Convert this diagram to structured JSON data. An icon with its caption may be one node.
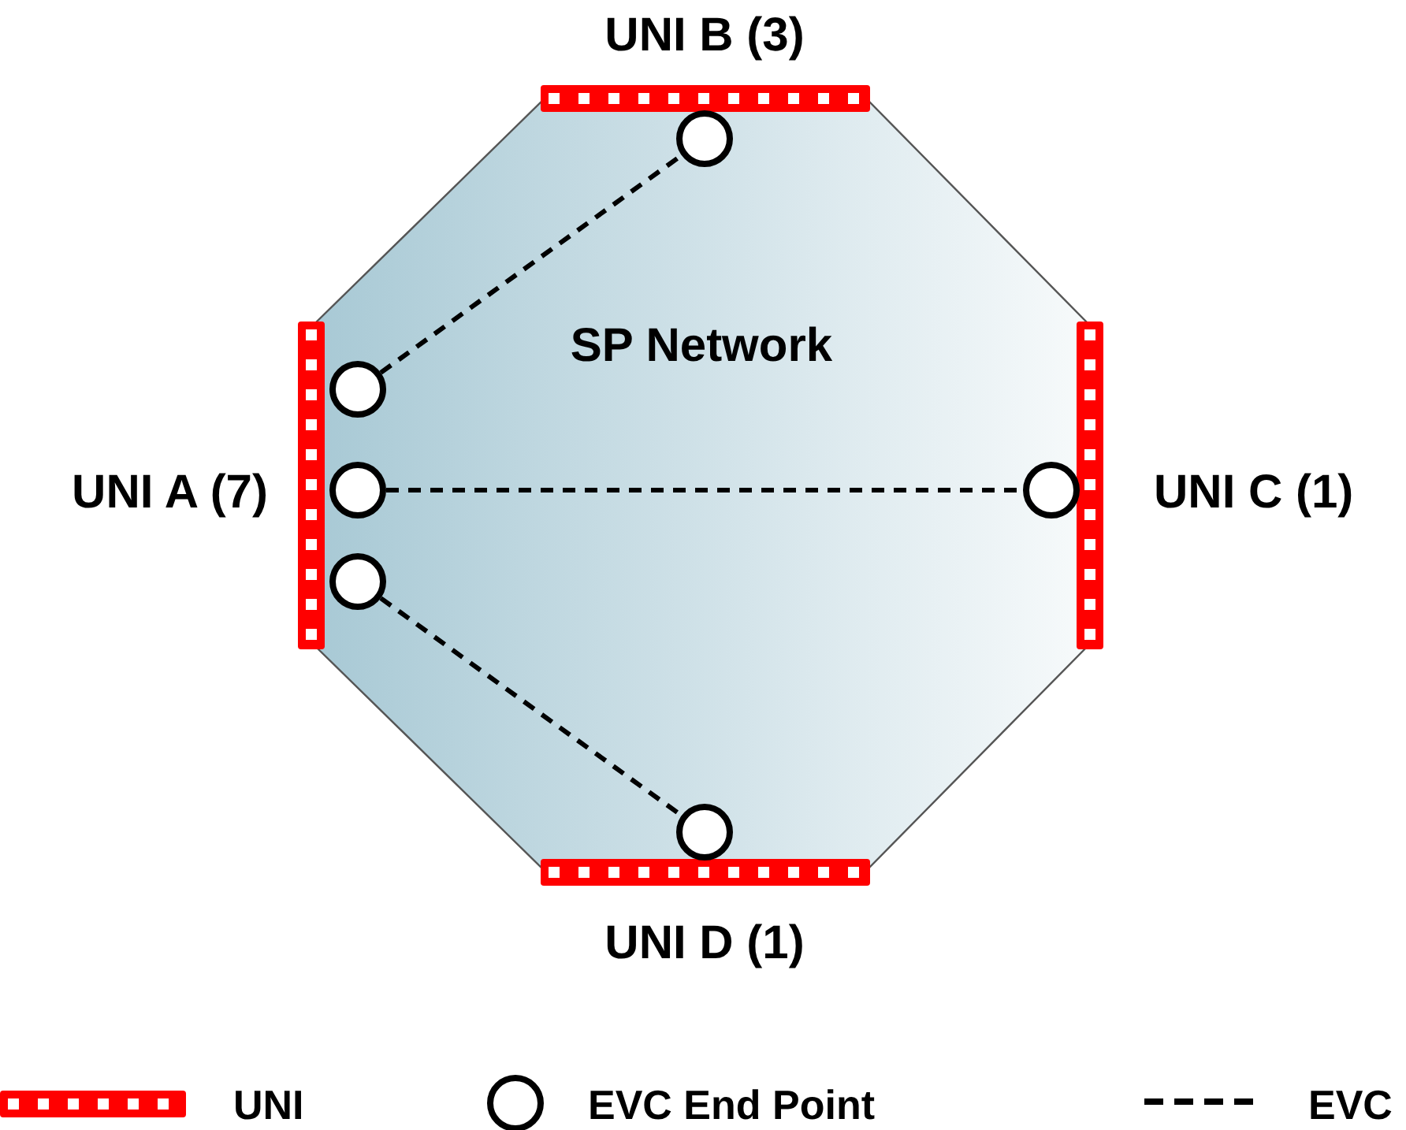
{
  "diagram": {
    "nodes": [
      {
        "text": [
          "SP Network"
        ]
      },
      {
        "text": [
          "UNI B (3)"
        ]
      },
      {
        "text": [
          "UNI A (7)"
        ]
      },
      {
        "text": [
          "UNI C (1)"
        ]
      },
      {
        "text": [
          "UNI D (1)"
        ]
      },
      {
        "text": [],
        "shape": "circle",
        "in": 0
      },
      {
        "text": [],
        "shape": "circle",
        "in": 0
      },
      {
        "text": [],
        "shape": "circle",
        "in": 0
      },
      {
        "text": [],
        "shape": "circle",
        "in": 0
      },
      {
        "text": [],
        "shape": "circle",
        "in": 0
      },
      {
        "text": [],
        "shape": "circle",
        "in": 0
      }
    ],
    "edges": [
      {
        "from": 6,
        "to": 5,
        "arrow": "none",
        "style": "dashed"
      },
      {
        "from": 7,
        "to": 9,
        "arrow": "none",
        "style": "dashed"
      },
      {
        "from": 8,
        "to": 10,
        "arrow": "none",
        "style": "dashed"
      }
    ],
    "legend": [
      {
        "text": "UNI"
      },
      {
        "text": "EVC End Point"
      },
      {
        "text": "EVC"
      }
    ]
  }
}
